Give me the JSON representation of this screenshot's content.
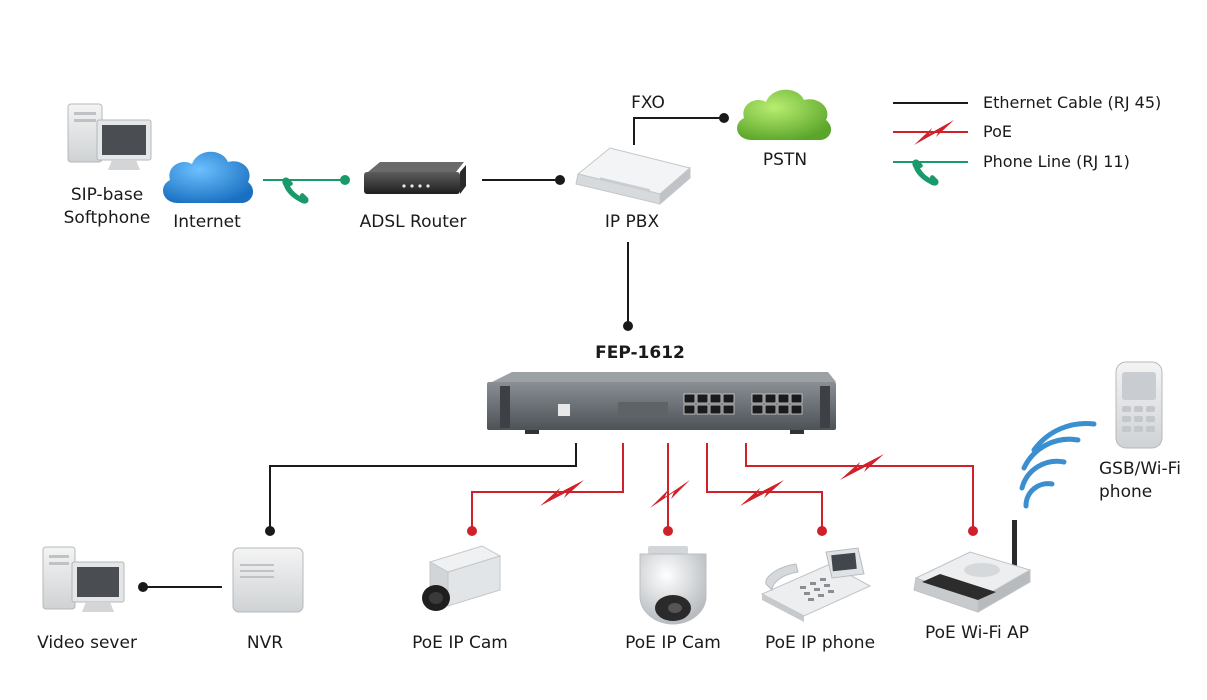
{
  "nodes": {
    "softphone": "SIP-base\nSoftphone",
    "internet": "Internet",
    "adsl_router": "ADSL Router",
    "ip_pbx": "IP PBX",
    "fxo": "FXO",
    "pstn": "PSTN",
    "switch": "FEP-1612",
    "mobile": "GSB/Wi-Fi\nphone",
    "video_server": "Video sever",
    "nvr": "NVR",
    "ip_cam_1": "PoE IP Cam",
    "ip_cam_2": "PoE IP Cam",
    "ip_phone": "PoE IP phone",
    "wifi_ap": "PoE Wi-Fi AP"
  },
  "legend": {
    "ethernet": "Ethernet Cable (RJ 45)",
    "poe": "PoE",
    "phone": "Phone Line (RJ 11)"
  },
  "colors": {
    "ethernet": "#1a1a1a",
    "poe": "#d0202a",
    "phone": "#1a9a6a",
    "cloud_internet": "#2a8ad8",
    "cloud_pstn": "#7cc23a",
    "wifi_waves": "#3a8fd0"
  }
}
